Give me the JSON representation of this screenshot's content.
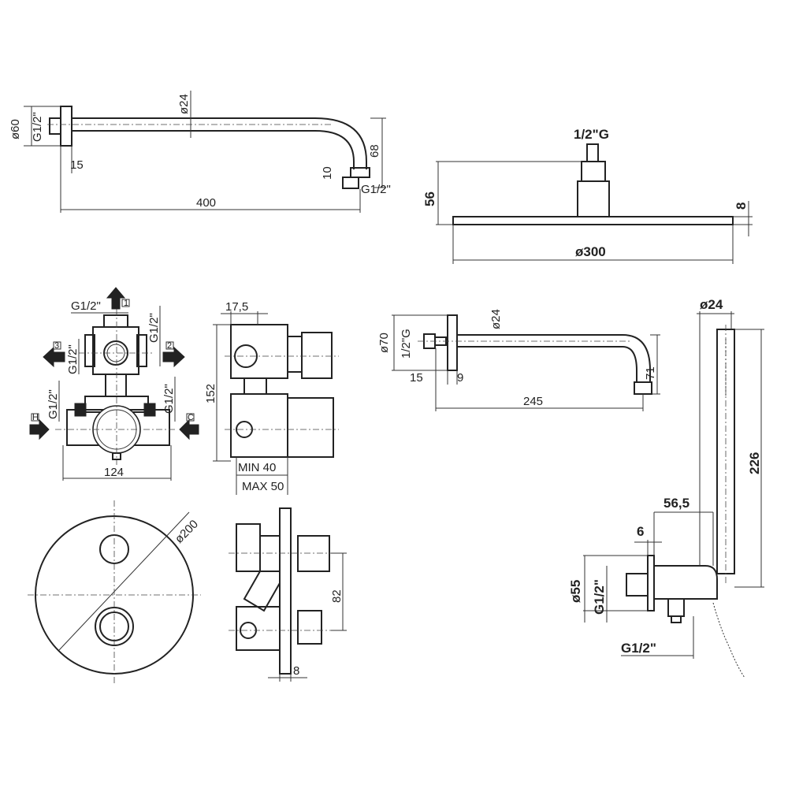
{
  "shower_arm": {
    "flange_diameter": "ø60",
    "flange_thread": "G1/2\"",
    "pipe_diameter": "ø24",
    "flange_depth": "15",
    "length": "400",
    "outlet_depth": "10",
    "drop": "68",
    "outlet_thread": "G1/2\""
  },
  "shower_head": {
    "thread": "1/2\"G",
    "height": "56",
    "thickness": "8",
    "diameter": "ø300"
  },
  "valve_body": {
    "top_thread": "G1/2\"",
    "right_top_thread": "G1/2\"",
    "left_thread": "G1/2\"",
    "hot_thread": "G1/2\"",
    "cold_thread": "G1/2\"",
    "width": "124",
    "outlet_1": "1",
    "outlet_2": "2",
    "outlet_3": "3",
    "hot_inlet": "H",
    "cold_inlet": "C"
  },
  "valve_side": {
    "offset": "17,5",
    "height": "152",
    "min_depth": "MIN 40",
    "max_depth": "MAX 50"
  },
  "spout": {
    "flange_diameter": "ø70",
    "thread": "1/2\"G",
    "pipe_diameter": "ø24",
    "flange_depth": "15",
    "plate": "9",
    "length": "245",
    "drop": "71"
  },
  "hand_shower": {
    "diameter": "ø24",
    "length": "226",
    "projection": "56,5",
    "plate": "6",
    "flange_diameter": "ø55",
    "wall_thread": "G1/2\"",
    "hose_thread": "G1/2\""
  },
  "trim_plate": {
    "diameter": "ø200",
    "handle_spacing": "82",
    "plate_thickness": "8"
  }
}
